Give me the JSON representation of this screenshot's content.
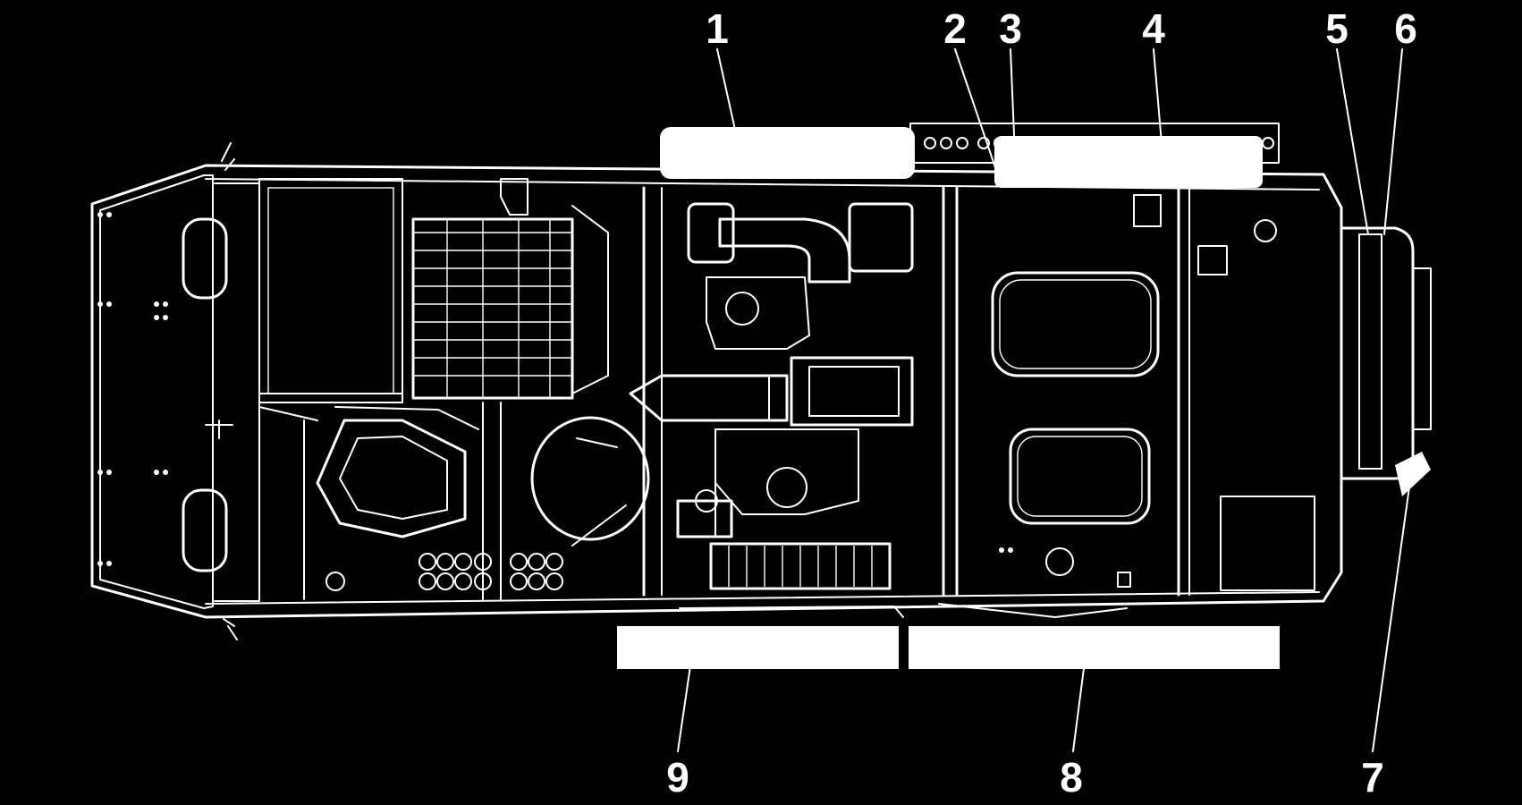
{
  "callouts": [
    {
      "id": "1",
      "label": "1"
    },
    {
      "id": "2",
      "label": "2"
    },
    {
      "id": "3",
      "label": "3"
    },
    {
      "id": "4",
      "label": "4"
    },
    {
      "id": "5",
      "label": "5"
    },
    {
      "id": "6",
      "label": "6"
    },
    {
      "id": "7",
      "label": "7"
    },
    {
      "id": "8",
      "label": "8"
    },
    {
      "id": "9",
      "label": "9"
    }
  ],
  "colors": {
    "background": "#000000",
    "linework": "#ffffff"
  }
}
